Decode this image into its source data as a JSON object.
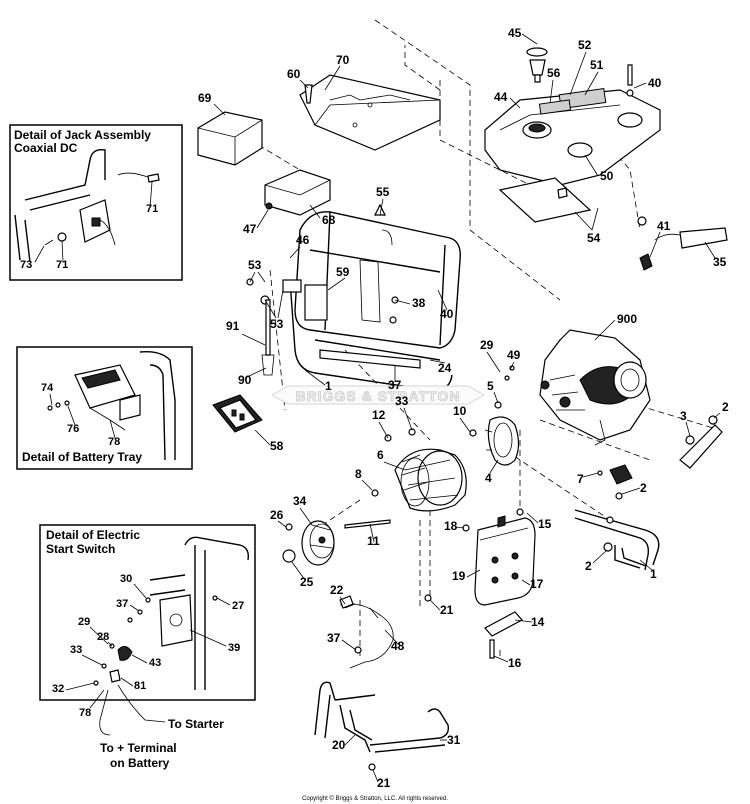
{
  "details": {
    "jack": {
      "title_line1": "Detail of Jack Assembly",
      "title_line2": "Coaxial DC"
    },
    "battery": {
      "title": "Detail of Battery Tray"
    },
    "switch": {
      "title_line1": "Detail of Electric",
      "title_line2": "Start Switch"
    }
  },
  "notes": {
    "to_starter": "To Starter",
    "to_terminal_line1": "To + Terminal",
    "to_terminal_line2": "on Battery"
  },
  "watermark": "BRIGGS & STRATTON",
  "copyright": "Copyright © Briggs & Stratton, LLC. All rights reserved.",
  "parts": {
    "p1": "1",
    "p1b": "1",
    "p2a": "2",
    "p2b": "2",
    "p2c": "2",
    "p3": "3",
    "p4": "4",
    "p5": "5",
    "p6": "6",
    "p7": "7",
    "p8": "8",
    "p10": "10",
    "p11": "11",
    "p12": "12",
    "p14": "14",
    "p15": "15",
    "p16": "16",
    "p17": "17",
    "p18": "18",
    "p19": "19",
    "p20": "20",
    "p21a": "21",
    "p21b": "21",
    "p22": "22",
    "p24": "24",
    "p25": "25",
    "p26": "26",
    "p27": "27",
    "p28": "28",
    "p29a": "29",
    "p29b": "29",
    "p30": "30",
    "p31": "31",
    "p32": "32",
    "p33a": "33",
    "p33b": "33",
    "p34": "34",
    "p35": "35",
    "p37a": "37",
    "p37b": "37",
    "p37c": "37",
    "p38": "38",
    "p39": "39",
    "p40a": "40",
    "p40b": "40",
    "p41": "41",
    "p43": "43",
    "p44": "44",
    "p45": "45",
    "p46": "46",
    "p47": "47",
    "p48": "48",
    "p49": "49",
    "p50": "50",
    "p51": "51",
    "p52": "52",
    "p53a": "53",
    "p53b": "53",
    "p54": "54",
    "p55": "55",
    "p56": "56",
    "p58": "58",
    "p59": "59",
    "p60": "60",
    "p68": "68",
    "p69": "69",
    "p70": "70",
    "p71a": "71",
    "p71b": "71",
    "p73": "73",
    "p74": "74",
    "p76": "76",
    "p78a": "78",
    "p78b": "78",
    "p81": "81",
    "p90": "90",
    "p91": "91",
    "p900": "900"
  }
}
